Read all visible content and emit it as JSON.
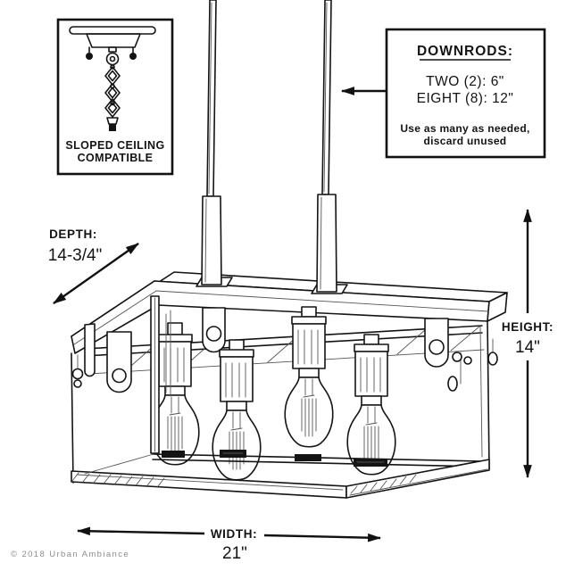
{
  "ink": "#141414",
  "inset_sloped_ceiling": {
    "line1": "SLOPED CEILING",
    "line2": "COMPATIBLE"
  },
  "downrods": {
    "title": "DOWNRODS:",
    "qty_line1": "TWO (2): 6\"",
    "qty_line2": "EIGHT (8): 12\"",
    "note_line1": "Use as many as needed,",
    "note_line2": "discard unused"
  },
  "dimensions": {
    "depth_label": "DEPTH:",
    "depth_value": "14-3/4\"",
    "height_label": "HEIGHT:",
    "height_value": "14\"",
    "width_label": "WIDTH:",
    "width_value": "21\""
  },
  "fixture": {
    "bulb_count": 4
  },
  "footer": {
    "copyright": "© 2018 Urban Ambiance"
  }
}
